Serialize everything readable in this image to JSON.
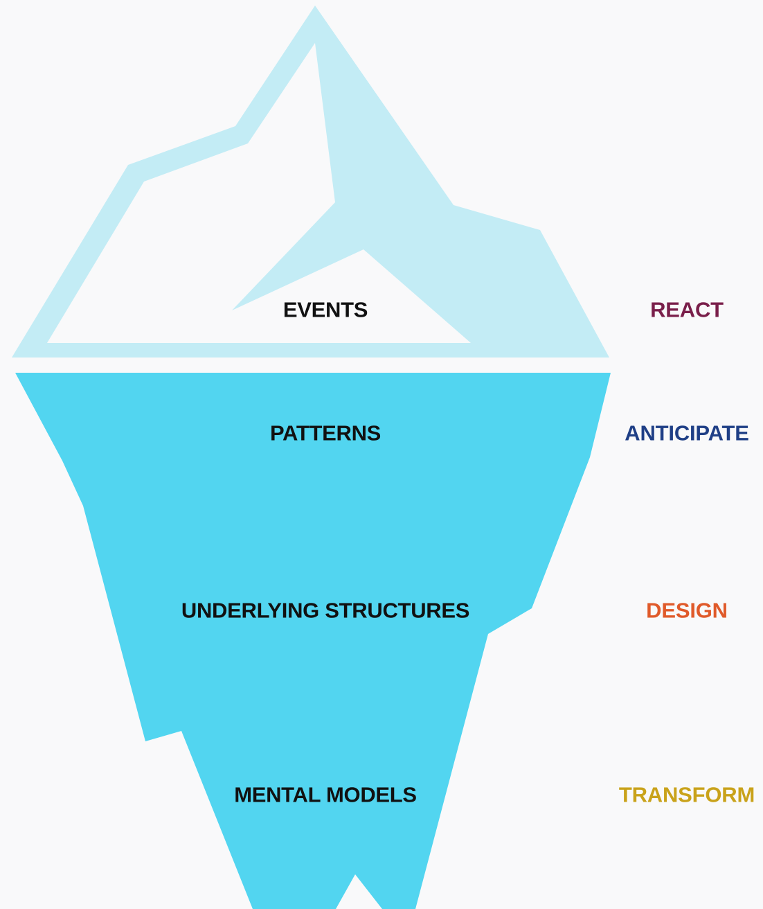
{
  "colors": {
    "background": "#f9f9fa",
    "tip_outline": "#c3ecf5",
    "tip_inner": "#f9f9fa",
    "submerged": "#52d5f0"
  },
  "levels": [
    {
      "label": "EVENTS",
      "action": "REACT",
      "action_color": "#7a1f4a",
      "label_color": "#111111"
    },
    {
      "label": "PATTERNS",
      "action": "ANTICIPATE",
      "action_color": "#1f3f86",
      "label_color": "#111111"
    },
    {
      "label": "UNDERLYING STRUCTURES",
      "action": "DESIGN",
      "action_color": "#e05a2a",
      "label_color": "#111111"
    },
    {
      "label": "MENTAL MODELS",
      "action": "TRANSFORM",
      "action_color": "#c9a21a",
      "label_color": "#111111"
    }
  ]
}
